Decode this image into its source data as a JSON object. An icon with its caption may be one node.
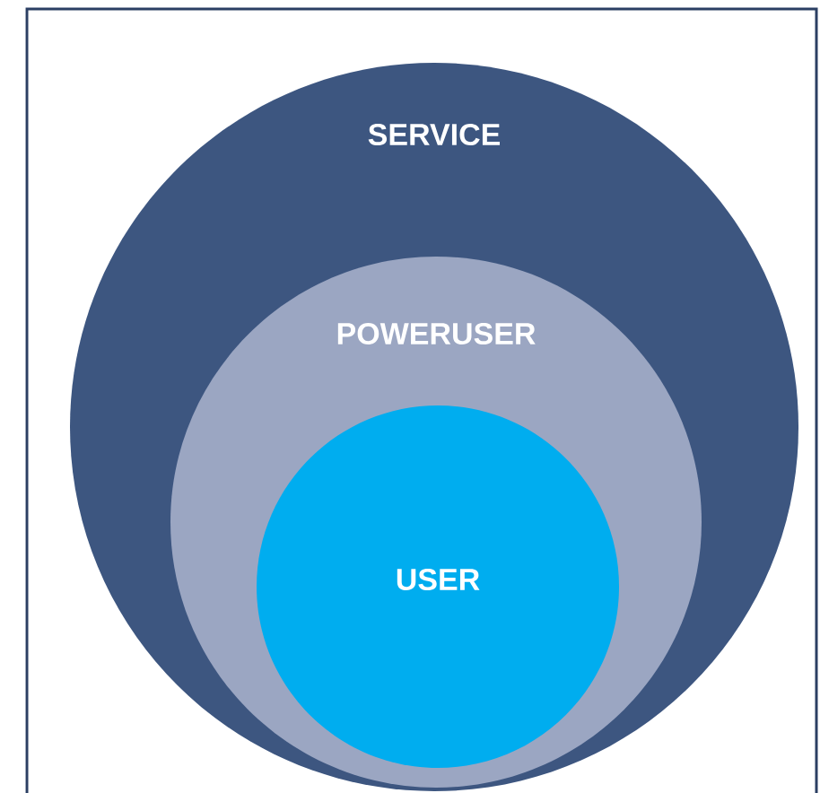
{
  "diagram": {
    "nodes": [
      {
        "text": [
          "SERVICE"
        ]
      },
      {
        "text": [
          "POWERUSER"
        ],
        "in": 0
      },
      {
        "text": [
          "USER"
        ],
        "in": 1
      }
    ]
  }
}
